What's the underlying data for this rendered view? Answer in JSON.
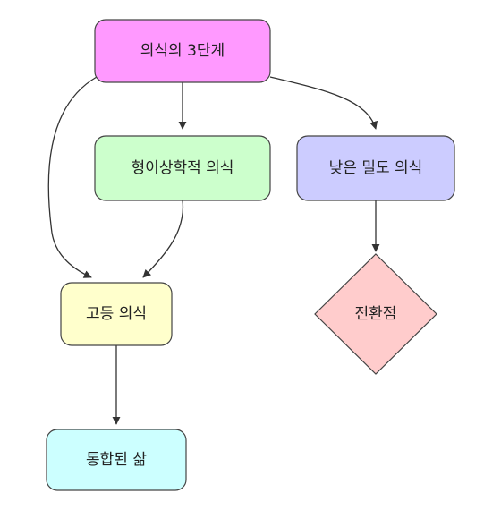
{
  "diagram": {
    "nodes": {
      "root": {
        "label": "의식의 3단계",
        "fill": "#ff99ff",
        "stroke": "#444444",
        "shape": "rounded-rect"
      },
      "metaphysical": {
        "label": "형이상학적 의식",
        "fill": "#ccffcc",
        "stroke": "#444444",
        "shape": "rounded-rect"
      },
      "lowdensity": {
        "label": "낮은 밀도 의식",
        "fill": "#ccccff",
        "stroke": "#444444",
        "shape": "rounded-rect"
      },
      "higher": {
        "label": "고등 의식",
        "fill": "#ffffcc",
        "stroke": "#444444",
        "shape": "rounded-rect"
      },
      "turning": {
        "label": "전환점",
        "fill": "#ffcccc",
        "stroke": "#444444",
        "shape": "diamond"
      },
      "integrated": {
        "label": "통합된 삶",
        "fill": "#ccffff",
        "stroke": "#444444",
        "shape": "rounded-rect"
      }
    },
    "edges": [
      {
        "from": "root",
        "to": "metaphysical"
      },
      {
        "from": "root",
        "to": "lowdensity"
      },
      {
        "from": "root",
        "to": "higher"
      },
      {
        "from": "metaphysical",
        "to": "higher"
      },
      {
        "from": "lowdensity",
        "to": "turning"
      },
      {
        "from": "higher",
        "to": "integrated"
      }
    ]
  }
}
